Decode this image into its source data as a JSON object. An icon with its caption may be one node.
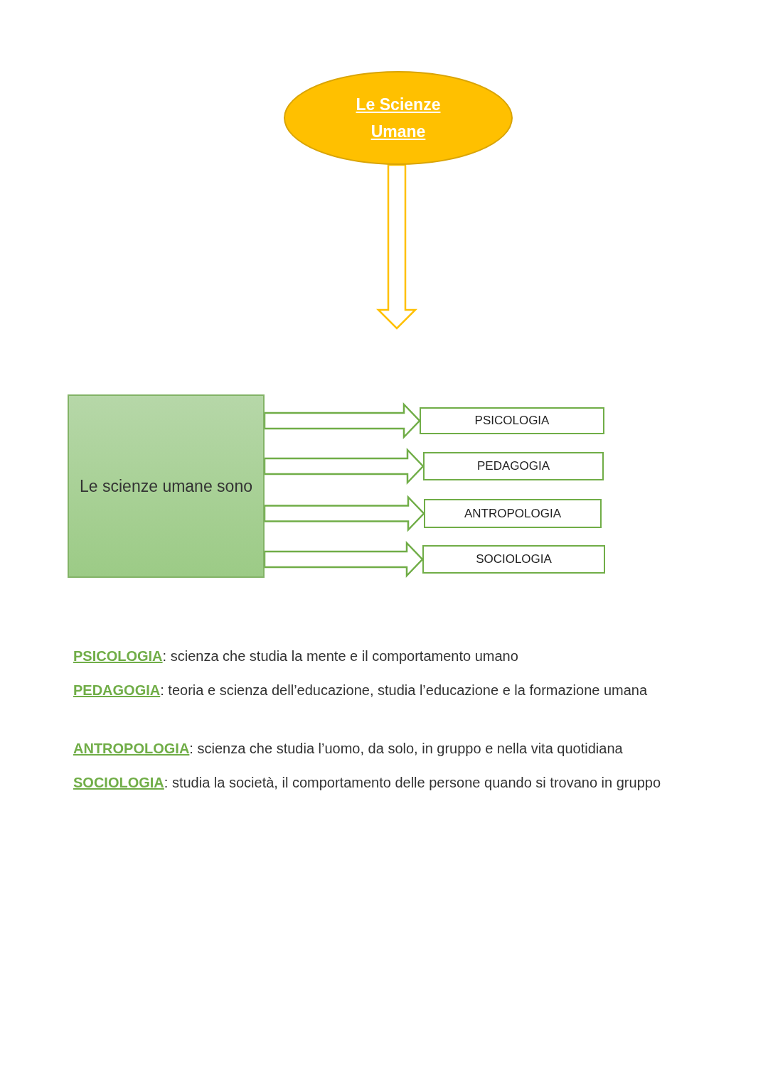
{
  "diagram": {
    "nodes": [
      {
        "text": [
          "Le Scienze Umane"
        ]
      },
      {
        "text": [
          "Le scienze umane sono"
        ]
      },
      {
        "text": [
          "PSICOLOGIA"
        ]
      },
      {
        "text": [
          "PEDAGOGIA"
        ]
      },
      {
        "text": [
          "ANTROPOLOGIA"
        ]
      },
      {
        "text": [
          "SOCIOLOGIA"
        ]
      }
    ],
    "edges": [
      {
        "from": 0,
        "to": null,
        "arrow": "to",
        "color": "#ffc000"
      },
      {
        "from": 1,
        "to": 2,
        "arrow": "to"
      },
      {
        "from": 1,
        "to": 3,
        "arrow": "to"
      },
      {
        "from": 1,
        "to": 4,
        "arrow": "to"
      },
      {
        "from": 1,
        "to": 5,
        "arrow": "to"
      }
    ],
    "labels": [
      "**PSICOLOGIA**: scienza che studia la mente e il comportamento umano",
      "**PEDAGOGIA**: teoria e scienza dell’educazione, studia l’educazione e la formazione umana",
      "**ANTROPOLOGIA**: scienza che studia l’uomo, da solo, in gruppo e nella vita quotidiana",
      "**SOCIOLOGIA**: studia la società, il comportamento delle persone quando si trovano in gruppo"
    ]
  }
}
